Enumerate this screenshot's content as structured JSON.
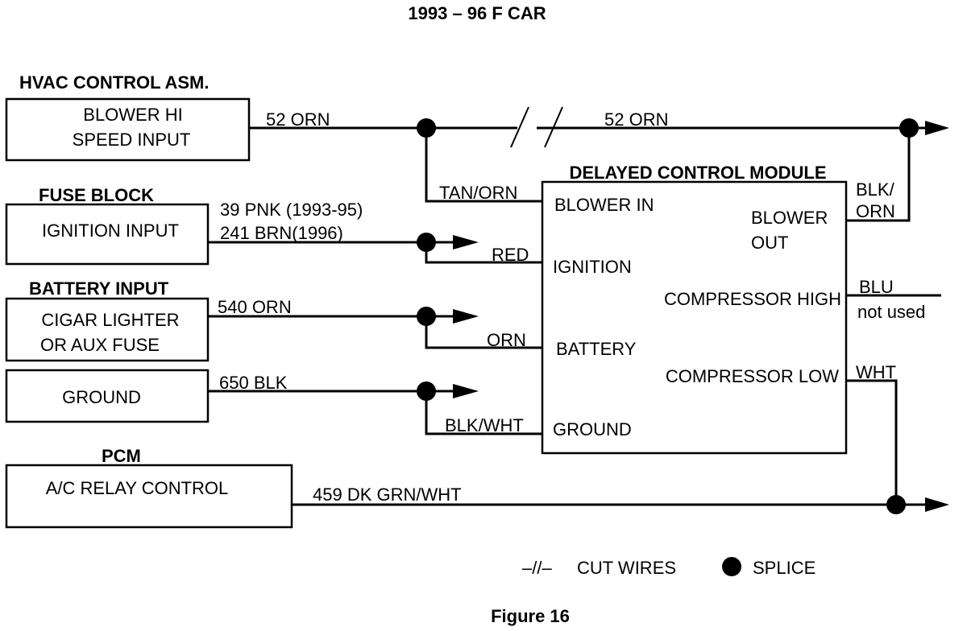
{
  "title": "1993 – 96  F CAR",
  "caption": "Figure 16",
  "sources": {
    "hvac": {
      "header": "HVAC CONTROL ASM.",
      "line1": "BLOWER HI",
      "line2": "SPEED INPUT"
    },
    "fuse": {
      "header": "FUSE BLOCK",
      "line1": "IGNITION INPUT"
    },
    "battery": {
      "header": "BATTERY INPUT",
      "line1": "CIGAR LIGHTER",
      "line2": "OR AUX FUSE"
    },
    "ground": {
      "line1": "GROUND"
    },
    "pcm": {
      "header": "PCM",
      "line1": "A/C RELAY CONTROL"
    }
  },
  "module": {
    "title": "DELAYED CONTROL MODULE",
    "blower_in": "BLOWER IN",
    "ignition": "IGNITION",
    "battery": "BATTERY",
    "ground": "GROUND",
    "blower_out_1": "BLOWER",
    "blower_out_2": "OUT",
    "compressor_high": "COMPRESSOR HIGH",
    "compressor_low": "COMPRESSOR LOW"
  },
  "wires": {
    "w52_left": "52 ORN",
    "w52_right": "52 ORN",
    "tan_orn": "TAN/ORN",
    "w39": "39 PNK (1993-95)",
    "w241": "241 BRN(1996)",
    "red": "RED",
    "w540": "540 ORN",
    "orn": "ORN",
    "w650": "650 BLK",
    "blk_wht": "BLK/WHT",
    "w459": "459 DK GRN/WHT",
    "blk_orn_1": "BLK/",
    "blk_orn_2": "ORN",
    "blu": "BLU",
    "not_used": "not used",
    "wht": "WHT"
  },
  "legend": {
    "cut_symbol": "–//–",
    "cut_label": "CUT WIRES",
    "splice_label": "SPLICE"
  }
}
